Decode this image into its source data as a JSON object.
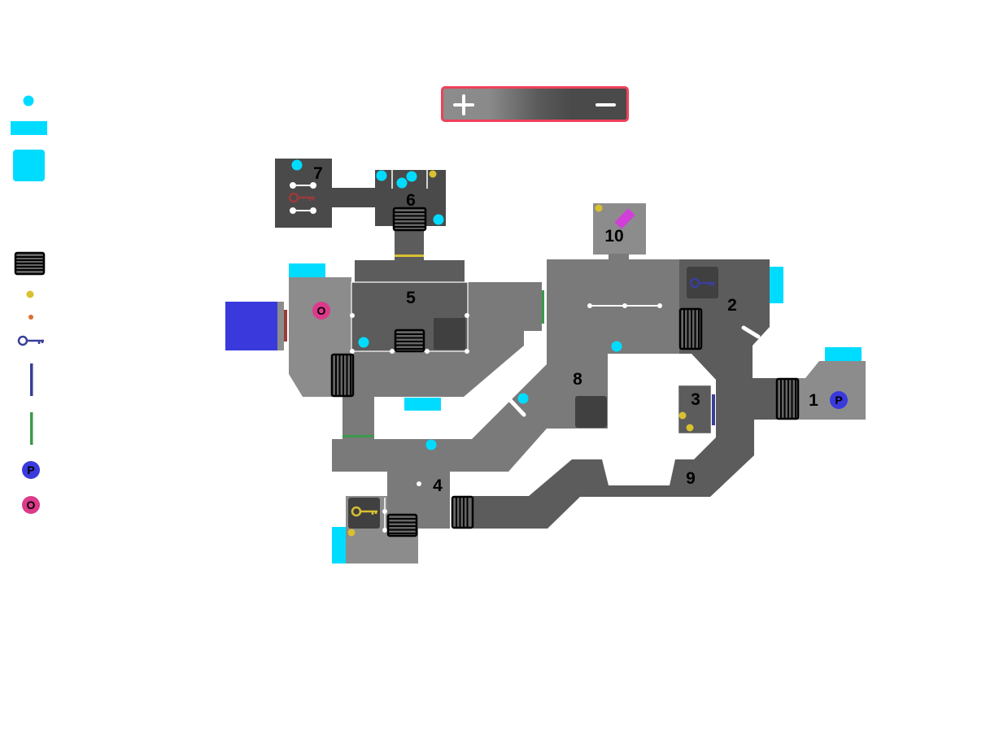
{
  "zoom_control": {
    "zoom_in": "+",
    "zoom_out": "−"
  },
  "rooms": [
    {
      "label": "1"
    },
    {
      "label": "2"
    },
    {
      "label": "3"
    },
    {
      "label": "4"
    },
    {
      "label": "5"
    },
    {
      "label": "6"
    },
    {
      "label": "7"
    },
    {
      "label": "8"
    },
    {
      "label": "9"
    },
    {
      "label": "10"
    }
  ],
  "markers": {
    "p_label": "P",
    "o_label": "O"
  },
  "legend": {
    "p_label": "P",
    "o_label": "O"
  },
  "colors": {
    "portal_surface": "#00dcff",
    "border_accent": "#f0405a",
    "room_dark": "#4a4a4a",
    "room_mid": "#5c5c5c",
    "room_light": "#7a7a7a",
    "room_lighter": "#8c8c8c",
    "blue_key": "#3a3f9a",
    "red_key": "#9a3a3a",
    "yellow_key": "#d8c030",
    "green_door": "#3a9a4a",
    "p_marker": "#3a3adc",
    "o_marker": "#dc3a8a",
    "pink_item": "#d040d8"
  }
}
